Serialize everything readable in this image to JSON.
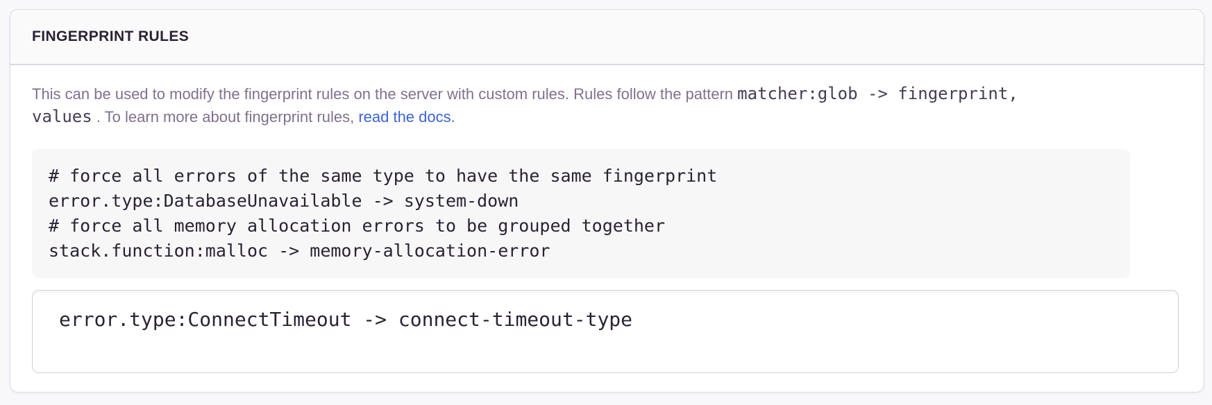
{
  "panel": {
    "title": "FINGERPRINT RULES",
    "description": {
      "text_before": "This can be used to modify the fingerprint rules on the server with custom rules. Rules follow the pattern",
      "pattern_code_line1": "matcher:glob -> fingerprint,",
      "pattern_code_line2": "values",
      "text_middle": ". To learn more about fingerprint rules,",
      "link_label": "read the docs."
    },
    "example_code": "# force all errors of the same type to have the same fingerprint\nerror.type:DatabaseUnavailable -> system-down\n# force all memory allocation errors to be grouped together\nstack.function:malloc -> memory-allocation-error",
    "rules_input": {
      "value": "error.type:ConnectTimeout -> connect-timeout-type"
    }
  },
  "colors": {
    "page_background": "#f8f8fa",
    "panel_background": "#ffffff",
    "header_background": "#fafafb",
    "panel_border": "#dcd8e3",
    "title_text": "#2b2233",
    "body_text": "#80708f",
    "inline_code_text": "#463c54",
    "link_blue": "#3a63d9",
    "example_block_background": "#f7f7f8",
    "code_text": "#2b2233",
    "textarea_border": "#d4cedd"
  }
}
